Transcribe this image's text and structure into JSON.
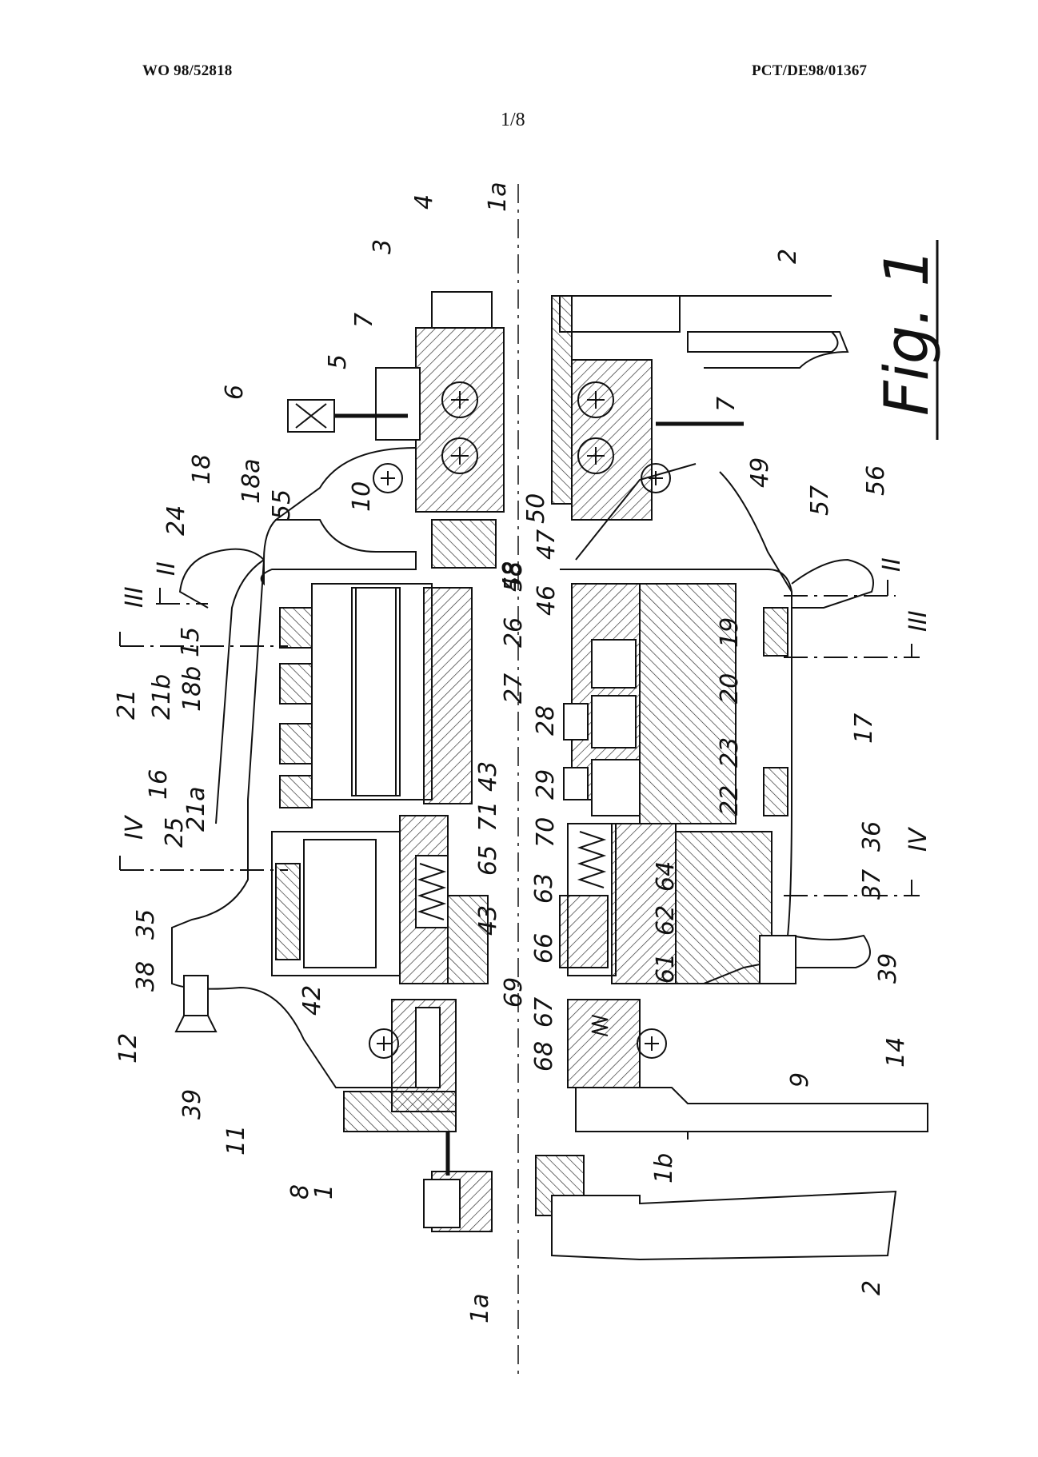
{
  "header": {
    "publication_number": "WO 98/52818",
    "application_number": "PCT/DE98/01367",
    "sheet": "1/8"
  },
  "figure": {
    "label": "Fig. 1",
    "section_marks": [
      "II",
      "II",
      "III",
      "III",
      "IV",
      "IV"
    ],
    "reference_numerals": [
      "1",
      "1a",
      "1a",
      "1b",
      "2",
      "2",
      "3",
      "4",
      "5",
      "6",
      "7",
      "7",
      "8",
      "9",
      "10",
      "11",
      "12",
      "14",
      "15",
      "16",
      "17",
      "18",
      "18a",
      "18b",
      "19",
      "20",
      "21",
      "21a",
      "21b",
      "22",
      "23",
      "24",
      "25",
      "26",
      "27",
      "28",
      "29",
      "35",
      "36",
      "37",
      "38",
      "39",
      "39",
      "42",
      "43",
      "43",
      "46",
      "47",
      "48",
      "49",
      "50",
      "55",
      "56",
      "57",
      "58",
      "61",
      "62",
      "63",
      "64",
      "65",
      "66",
      "67",
      "68",
      "69",
      "70",
      "71"
    ]
  }
}
